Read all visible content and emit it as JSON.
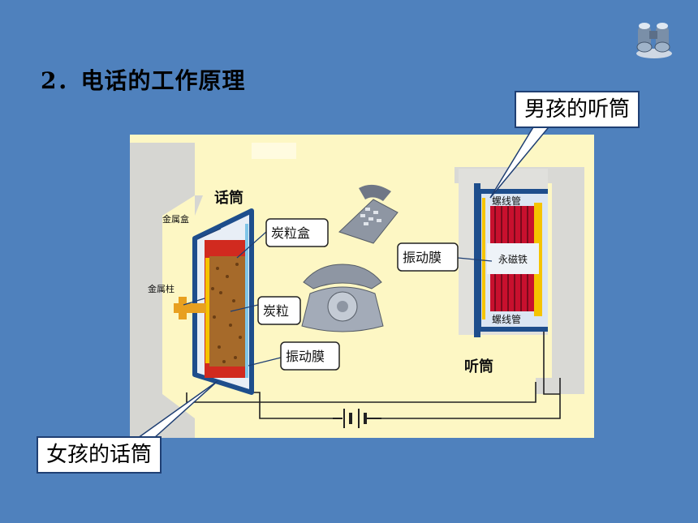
{
  "title": "2．电话的工作原理",
  "callouts": {
    "boy_receiver": "男孩的听筒",
    "girl_mic": "女孩的话筒"
  },
  "diagram": {
    "mic_label": "话筒",
    "receiver_label": "听筒",
    "metal_box": "金属盒",
    "metal_post": "金属柱",
    "carbon_box": "炭粒盒",
    "carbon_grains": "炭粒",
    "diaphragm_mic": "振动膜",
    "diaphragm_receiver": "振动膜",
    "coil_top": "螺线管",
    "coil_bottom": "螺线管",
    "magnet": "永磁铁"
  },
  "icons": [
    "binoculars-icon",
    "desk-phone-icon",
    "rotary-phone-icon",
    "battery-icon"
  ],
  "colors": {
    "background": "#4f81bd",
    "panel": "#fdf7c4",
    "wire": "#222222",
    "casing": "#1e4e8c",
    "coil": "#c8102e"
  }
}
